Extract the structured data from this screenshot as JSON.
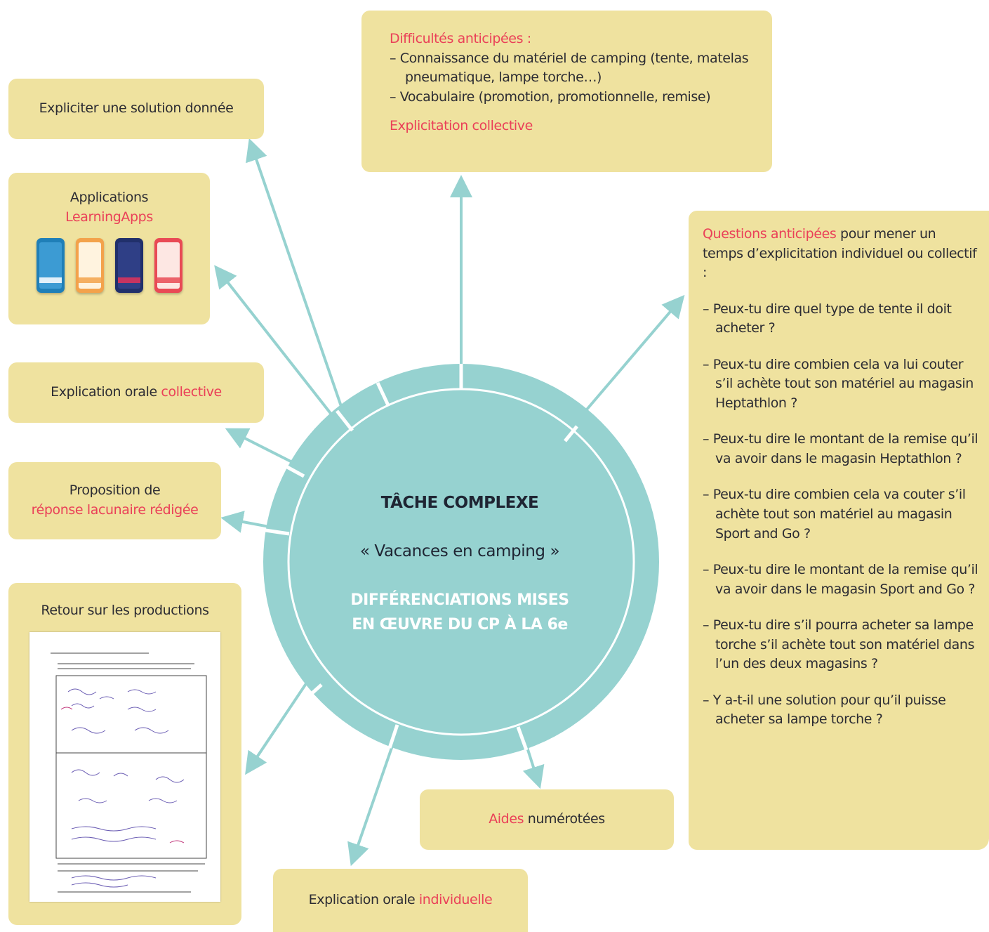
{
  "center": {
    "title": "TÂCHE COMPLEXE",
    "subtitle": "« Vacances en camping »",
    "caption_line1": "DIFFÉRENCIATIONS MISES",
    "caption_line2": "EN ŒUVRE DU CP À LA 6e"
  },
  "boxes": {
    "expliciter": {
      "text": "Expliciter une solution donnée"
    },
    "applications": {
      "line1": "Applications",
      "line2": "LearningApps"
    },
    "explication_collective": {
      "text": "Explication orale ",
      "highlight": "collective"
    },
    "proposition": {
      "line1": "Proposition de",
      "line2": "réponse lacunaire rédigée"
    },
    "retour": {
      "title": "Retour sur les productions"
    },
    "explication_individuelle": {
      "text": "Explication orale ",
      "highlight": "individuelle"
    },
    "aides": {
      "highlight": "Aides",
      "text": " numérotées"
    },
    "difficultes": {
      "heading": "Difficultés anticipées :",
      "items": [
        "– Connaissance du matériel de camping (tente, matelas pneumatique, lampe torche…)",
        "– Vocabulaire (promotion, promotionnelle, remise)"
      ],
      "footer": "Explicitation collective"
    },
    "questions": {
      "heading_highlight": "Questions anticipées",
      "heading_rest": " pour mener un temps d’explicitation individuel ou collectif :",
      "items": [
        "– Peux-tu dire quel type de tente il doit acheter ?",
        "– Peux-tu dire combien cela va lui couter s’il achète tout son matériel au magasin Heptathlon ?",
        "– Peux-tu dire le montant de la remise qu’il va avoir dans le magasin Heptathlon ?",
        "– Peux-tu dire combien cela va couter s’il achète tout son matériel au magasin Sport and Go ?",
        "– Peux-tu dire le montant de la remise qu’il va avoir dans le magasin Sport and Go ?",
        "– Peux-tu dire s’il pourra acheter sa lampe torche s’il achète tout son matériel dans l’un des deux magasins ?",
        "– Y a-t-il une solution pour qu’il puisse acheter sa lampe torche ?"
      ]
    }
  },
  "colors": {
    "box": "#efe29f",
    "accent": "#ea4058",
    "circle": "#96d2d0",
    "arrow": "#96d2d0",
    "dark_text": "#2c2c33"
  }
}
